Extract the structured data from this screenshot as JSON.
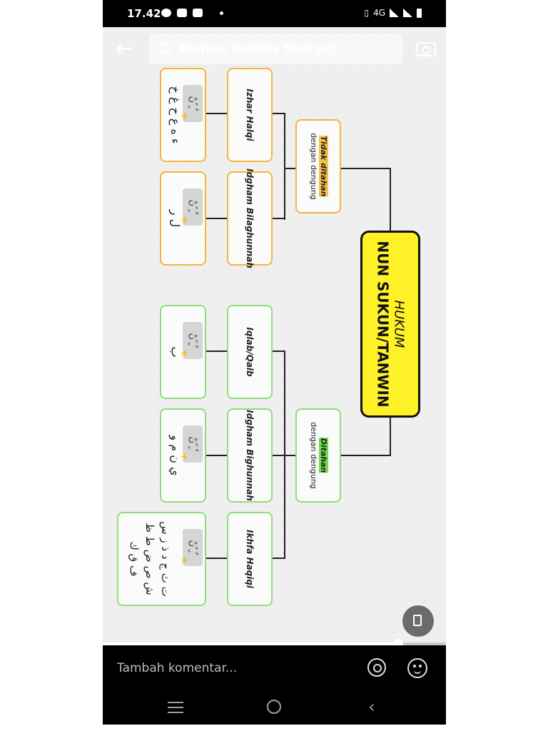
{
  "status_bar": {
    "time": "17.42",
    "network": "4G"
  },
  "search": {
    "placeholder": "Konten Belajar Mengaji"
  },
  "diagram": {
    "root": {
      "line1": "HUKUM",
      "line2": "NUN SUKUN/TANWIN"
    },
    "branches": [
      {
        "label_highlight": "Tidak ditahan",
        "label_rest": "dengan dengung",
        "color": "#f3b53a",
        "children": [
          {
            "label": "Izhar Halqi",
            "letters": "ء ه ع ح غ خ"
          },
          {
            "label": "Idgham Bilaghunnah",
            "letters": "ل ر"
          }
        ]
      },
      {
        "label_highlight": "Ditahan",
        "label_rest": "dengan dengung",
        "color": "#8fdc7a",
        "children": [
          {
            "label": "Iqlab/Qalb",
            "letters": "ب"
          },
          {
            "label": "Idgham Bighunnah",
            "letters": "ي ن م و"
          },
          {
            "label": "Ikhfa Haqiqi",
            "letters": "ت ث ج د ذ ز س ش ص ض ط ظ ف ق ك"
          }
        ]
      }
    ],
    "nun_symbol": "نْ ً ٍ ٌ"
  },
  "video": {
    "progress": 0.86
  },
  "comment": {
    "placeholder": "Tambah komentar..."
  },
  "colors": {
    "root_fill": "#fff128",
    "orange": "#f3b53a",
    "green": "#8fdc7a"
  }
}
